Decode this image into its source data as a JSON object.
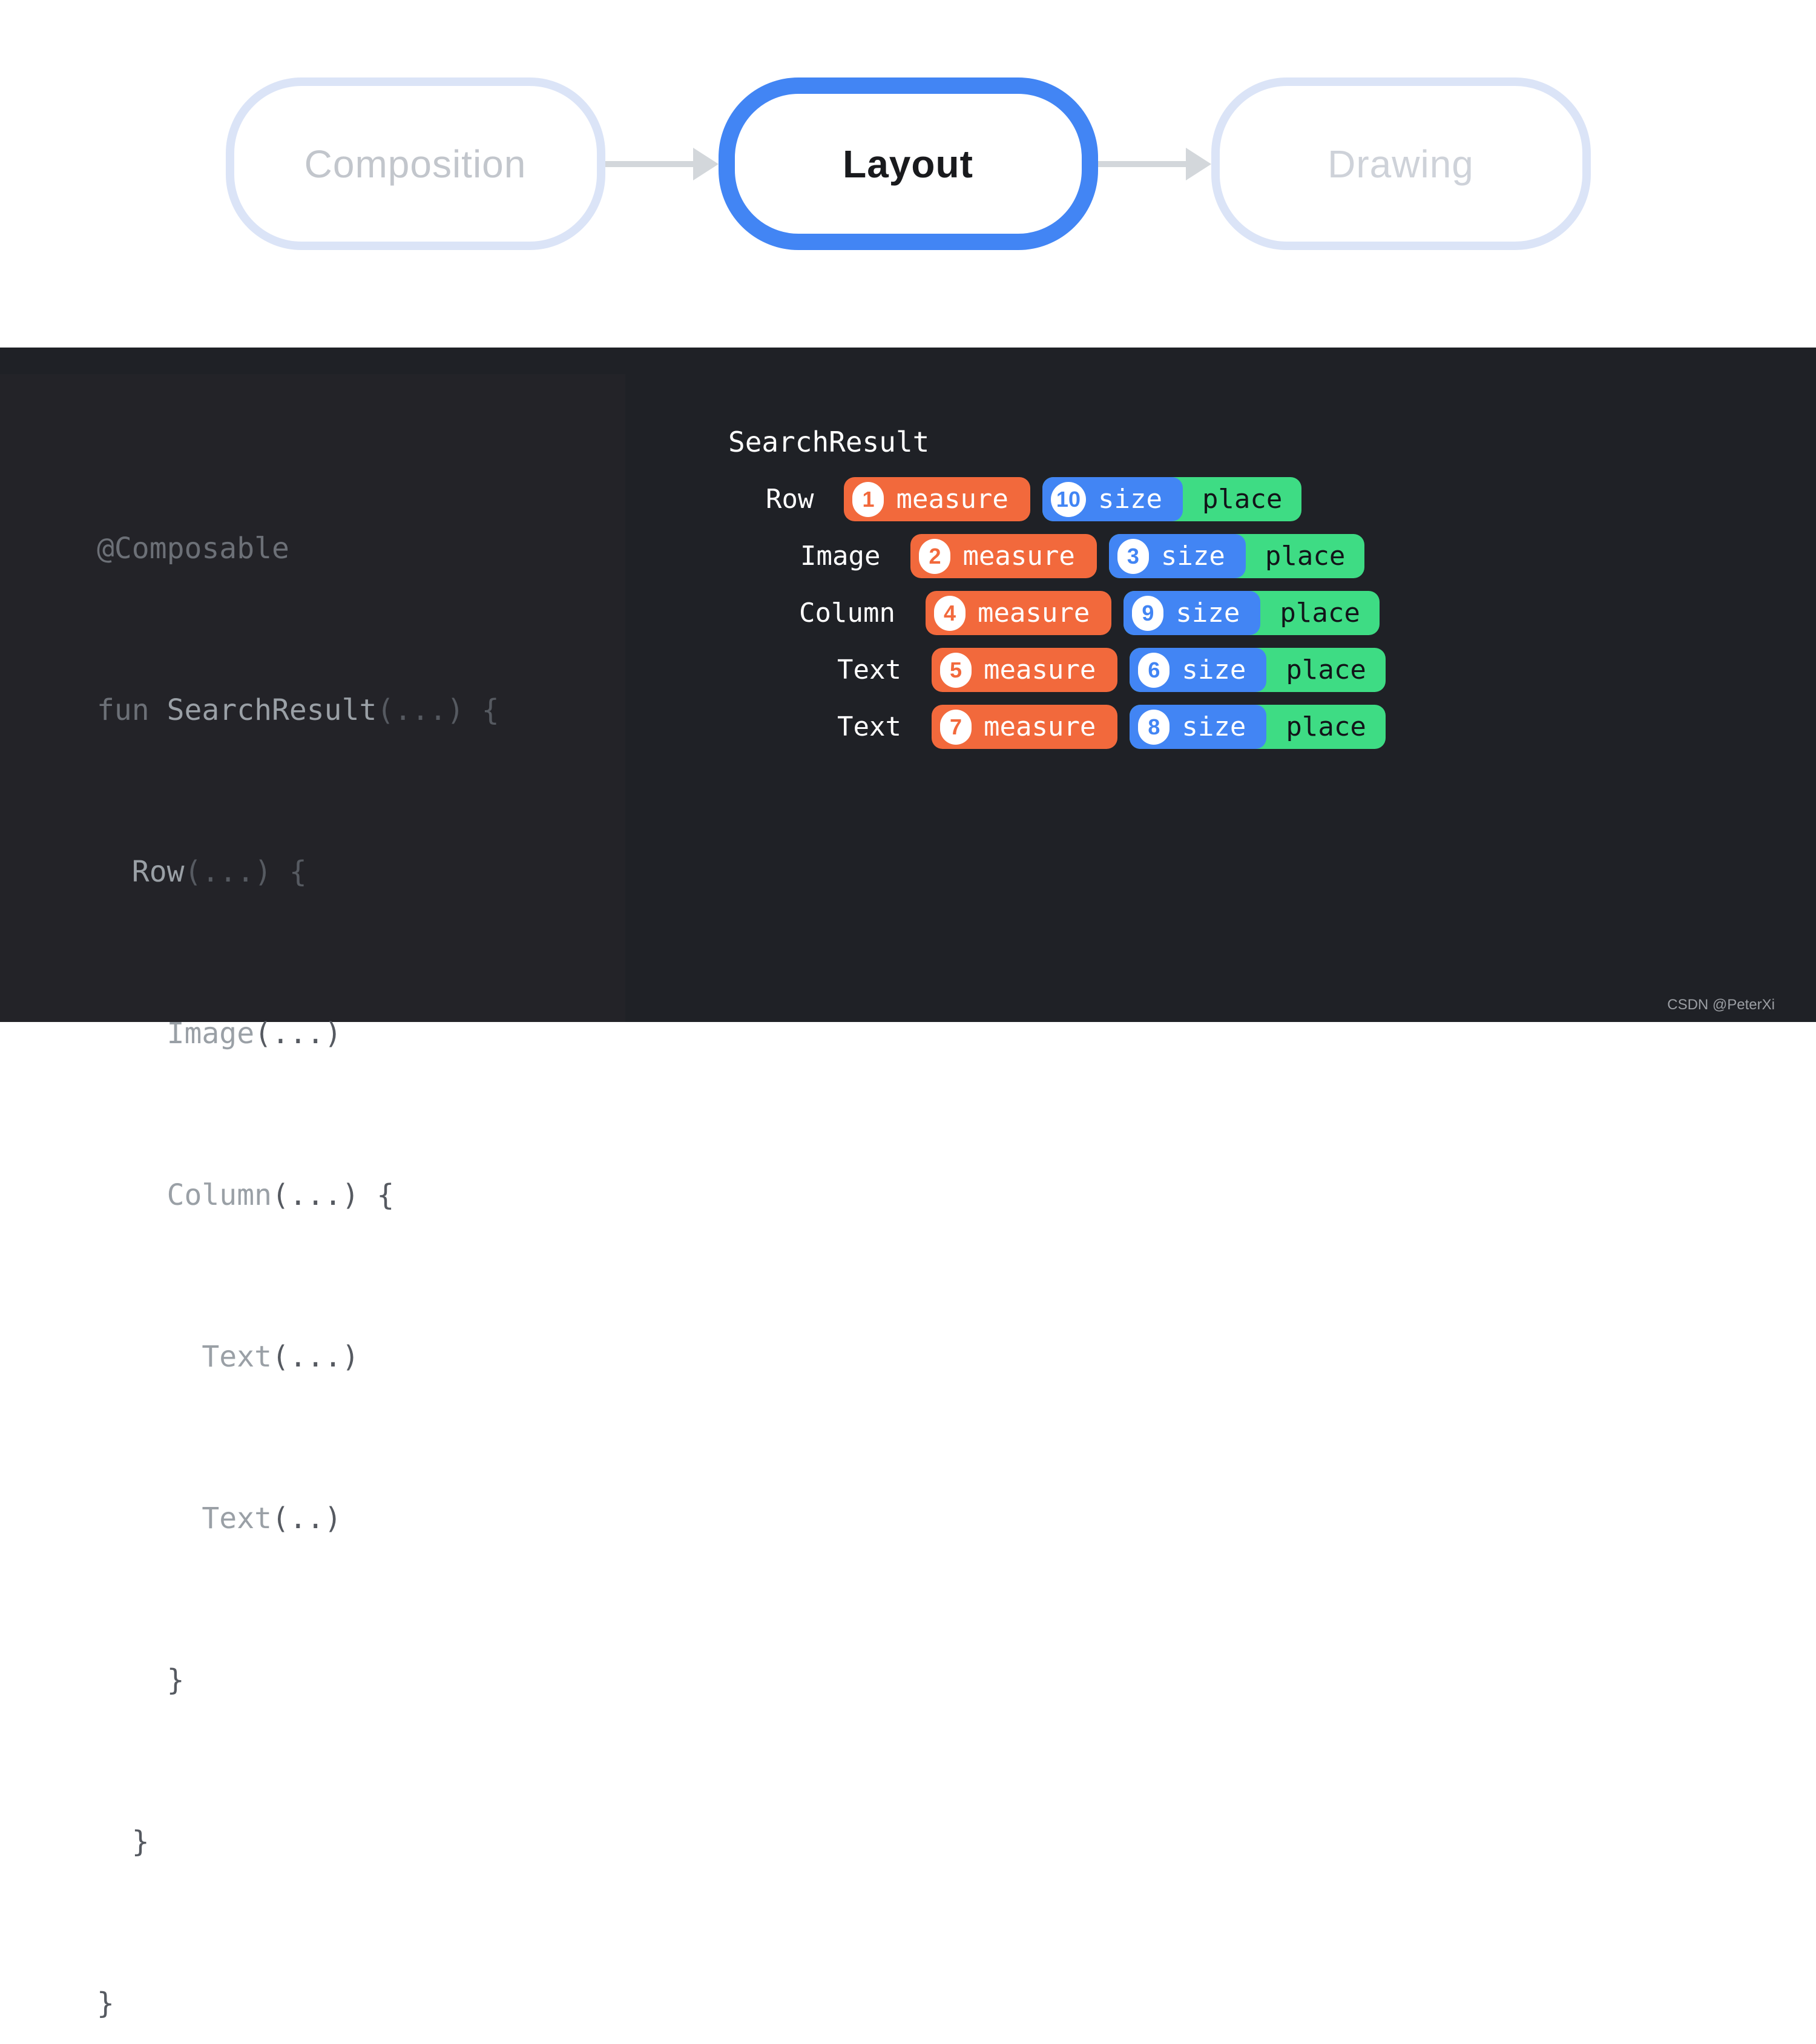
{
  "stepper": {
    "steps": [
      {
        "label": "Composition",
        "state": "inactive"
      },
      {
        "label": "Layout",
        "state": "active"
      },
      {
        "label": "Drawing",
        "state": "inactive"
      }
    ]
  },
  "code": {
    "lines": [
      {
        "segments": [
          {
            "text": "@Composable",
            "tone": "mid"
          }
        ]
      },
      {
        "segments": [
          {
            "text": "fun ",
            "tone": "mid"
          },
          {
            "text": "SearchResult",
            "tone": "bright"
          },
          {
            "text": "(...) {",
            "tone": "dim"
          }
        ]
      },
      {
        "segments": [
          {
            "text": "  Row",
            "tone": "bright"
          },
          {
            "text": "(...) {",
            "tone": "dim"
          }
        ]
      },
      {
        "segments": [
          {
            "text": "    Image",
            "tone": "bright"
          },
          {
            "text": "(...)",
            "tone": "dim"
          }
        ]
      },
      {
        "segments": [
          {
            "text": "    Column",
            "tone": "bright"
          },
          {
            "text": "(...) {",
            "tone": "dim"
          }
        ]
      },
      {
        "segments": [
          {
            "text": "      Text",
            "tone": "bright"
          },
          {
            "text": "(...)",
            "tone": "dim"
          }
        ]
      },
      {
        "segments": [
          {
            "text": "      Text",
            "tone": "bright"
          },
          {
            "text": "(..)",
            "tone": "dim"
          }
        ]
      },
      {
        "segments": [
          {
            "text": "    }",
            "tone": "dim"
          }
        ]
      },
      {
        "segments": [
          {
            "text": "  }",
            "tone": "dim"
          }
        ]
      },
      {
        "segments": [
          {
            "text": "}",
            "tone": "dim"
          }
        ]
      }
    ]
  },
  "tree": {
    "title": "SearchResult",
    "badge_labels": {
      "measure": "measure",
      "size": "size",
      "place": "place"
    },
    "rows": [
      {
        "label": "Row",
        "measure_num": "1",
        "size_num": "10"
      },
      {
        "label": "Image",
        "measure_num": "2",
        "size_num": "3"
      },
      {
        "label": "Column",
        "measure_num": "4",
        "size_num": "9"
      },
      {
        "label": "Text",
        "measure_num": "5",
        "size_num": "6"
      },
      {
        "label": "Text",
        "measure_num": "7",
        "size_num": "8"
      }
    ]
  },
  "colors": {
    "accent_blue": "#4285F4",
    "orange": "#F2693C",
    "green": "#3EDC84"
  },
  "watermark": "CSDN @PeterXi"
}
